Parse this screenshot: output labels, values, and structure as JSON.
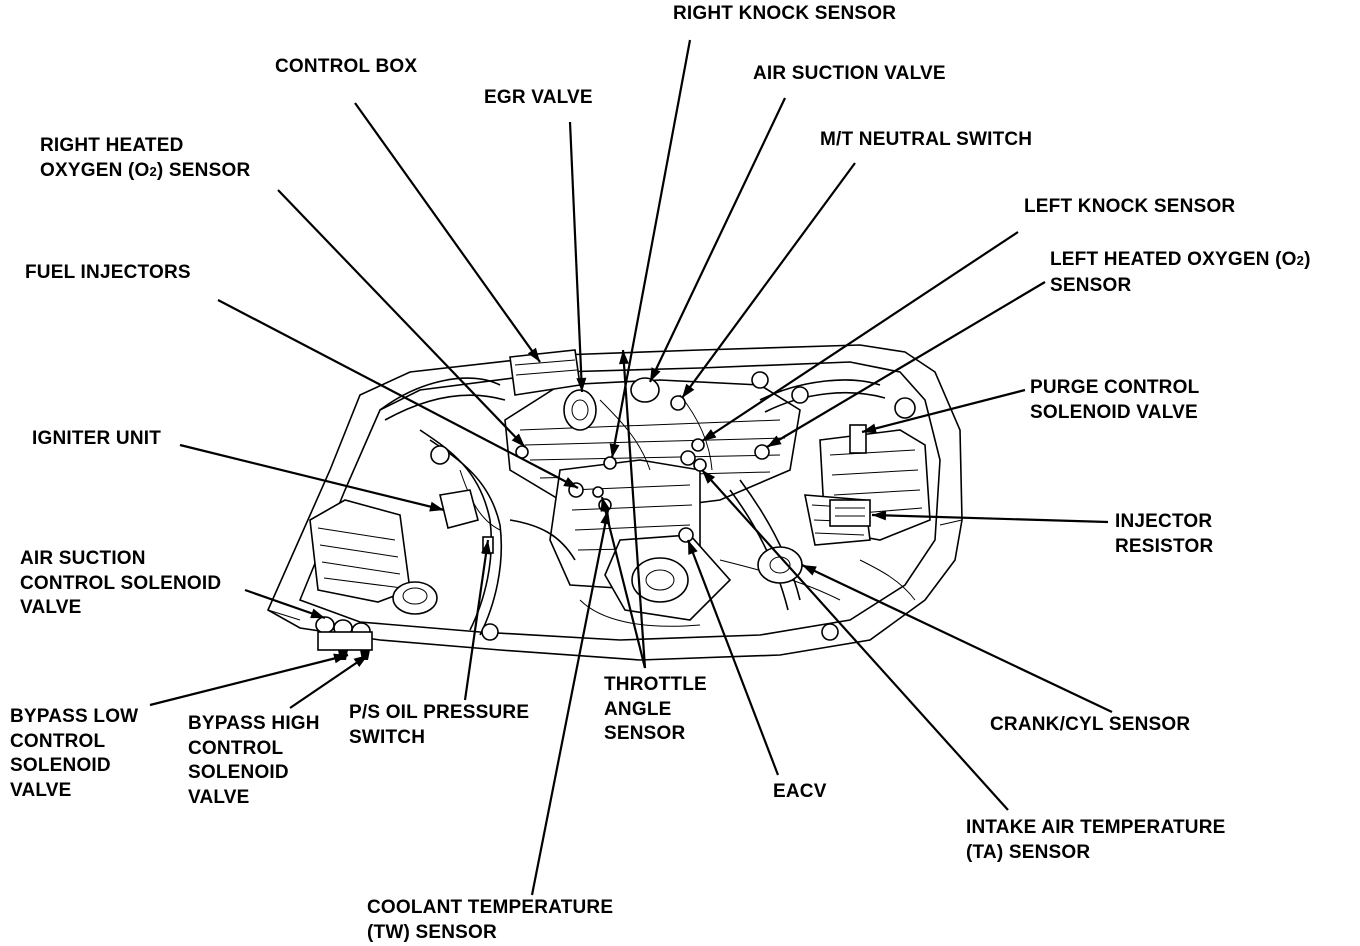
{
  "labels": {
    "right_knock_sensor": [
      "RIGHT KNOCK SENSOR"
    ],
    "control_box": [
      "CONTROL BOX"
    ],
    "air_suction_valve": [
      "AIR SUCTION VALVE"
    ],
    "egr_valve": [
      "EGR VALVE"
    ],
    "right_o2_sensor": [
      "RIGHT HEATED",
      "OXYGEN (O2) SENSOR"
    ],
    "mt_neutral_switch": [
      "M/T NEUTRAL SWITCH"
    ],
    "left_knock_sensor": [
      "LEFT KNOCK SENSOR"
    ],
    "fuel_injectors": [
      "FUEL INJECTORS"
    ],
    "left_o2_sensor": [
      "LEFT HEATED OXYGEN (O2)",
      "SENSOR"
    ],
    "purge_control_solenoid": [
      "PURGE CONTROL",
      "SOLENOID VALVE"
    ],
    "igniter_unit": [
      "IGNITER UNIT"
    ],
    "injector_resistor": [
      "INJECTOR",
      "RESISTOR"
    ],
    "air_suction_control_solenoid": [
      "AIR SUCTION",
      "CONTROL SOLENOID",
      "VALVE"
    ],
    "throttle_angle_sensor": [
      "THROTTLE",
      "ANGLE",
      "SENSOR"
    ],
    "bypass_low_solenoid": [
      "BYPASS LOW",
      "CONTROL",
      "SOLENOID",
      "VALVE"
    ],
    "bypass_high_solenoid": [
      "BYPASS HIGH",
      "CONTROL",
      "SOLENOID",
      "VALVE"
    ],
    "ps_oil_pressure_switch": [
      "P/S OIL PRESSURE",
      "SWITCH"
    ],
    "crank_cyl_sensor": [
      "CRANK/CYL SENSOR"
    ],
    "eacv": [
      "EACV"
    ],
    "intake_air_temp_sensor": [
      "INTAKE AIR TEMPERATURE",
      "(TA) SENSOR"
    ],
    "coolant_temp_sensor": [
      "COOLANT TEMPERATURE",
      "(TW) SENSOR"
    ]
  }
}
